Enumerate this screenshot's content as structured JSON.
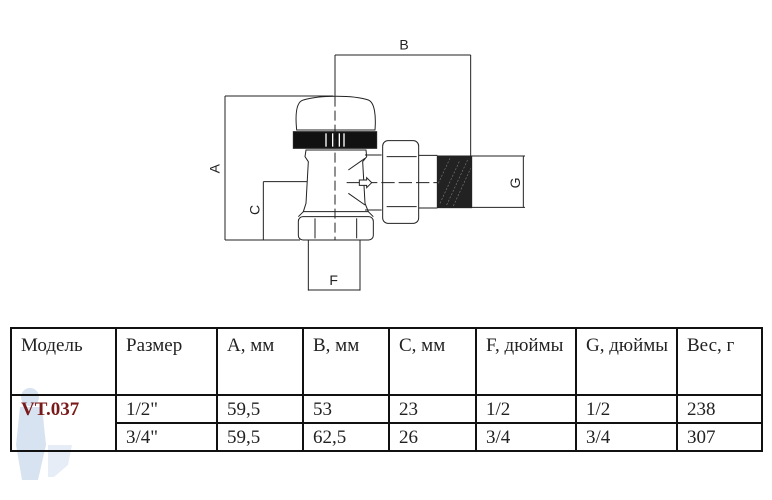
{
  "diagram": {
    "dimension_labels": {
      "A": "A",
      "B": "B",
      "C": "C",
      "F": "F",
      "G": "G"
    }
  },
  "table": {
    "headers": [
      "Модель",
      "Размер",
      "A, мм",
      "B, мм",
      "C, мм",
      "F, дюймы",
      "G, дюймы",
      "Вес, г"
    ],
    "model": "VT.037",
    "rows": [
      [
        "1/2\"",
        "59,5",
        "53",
        "23",
        "1/2",
        "1/2",
        "238"
      ],
      [
        "3/4\"",
        "59,5",
        "62,5",
        "26",
        "3/4",
        "3/4",
        "307"
      ]
    ]
  },
  "colors": {
    "model_text": "#7a1a1a",
    "lines": "#222222"
  }
}
